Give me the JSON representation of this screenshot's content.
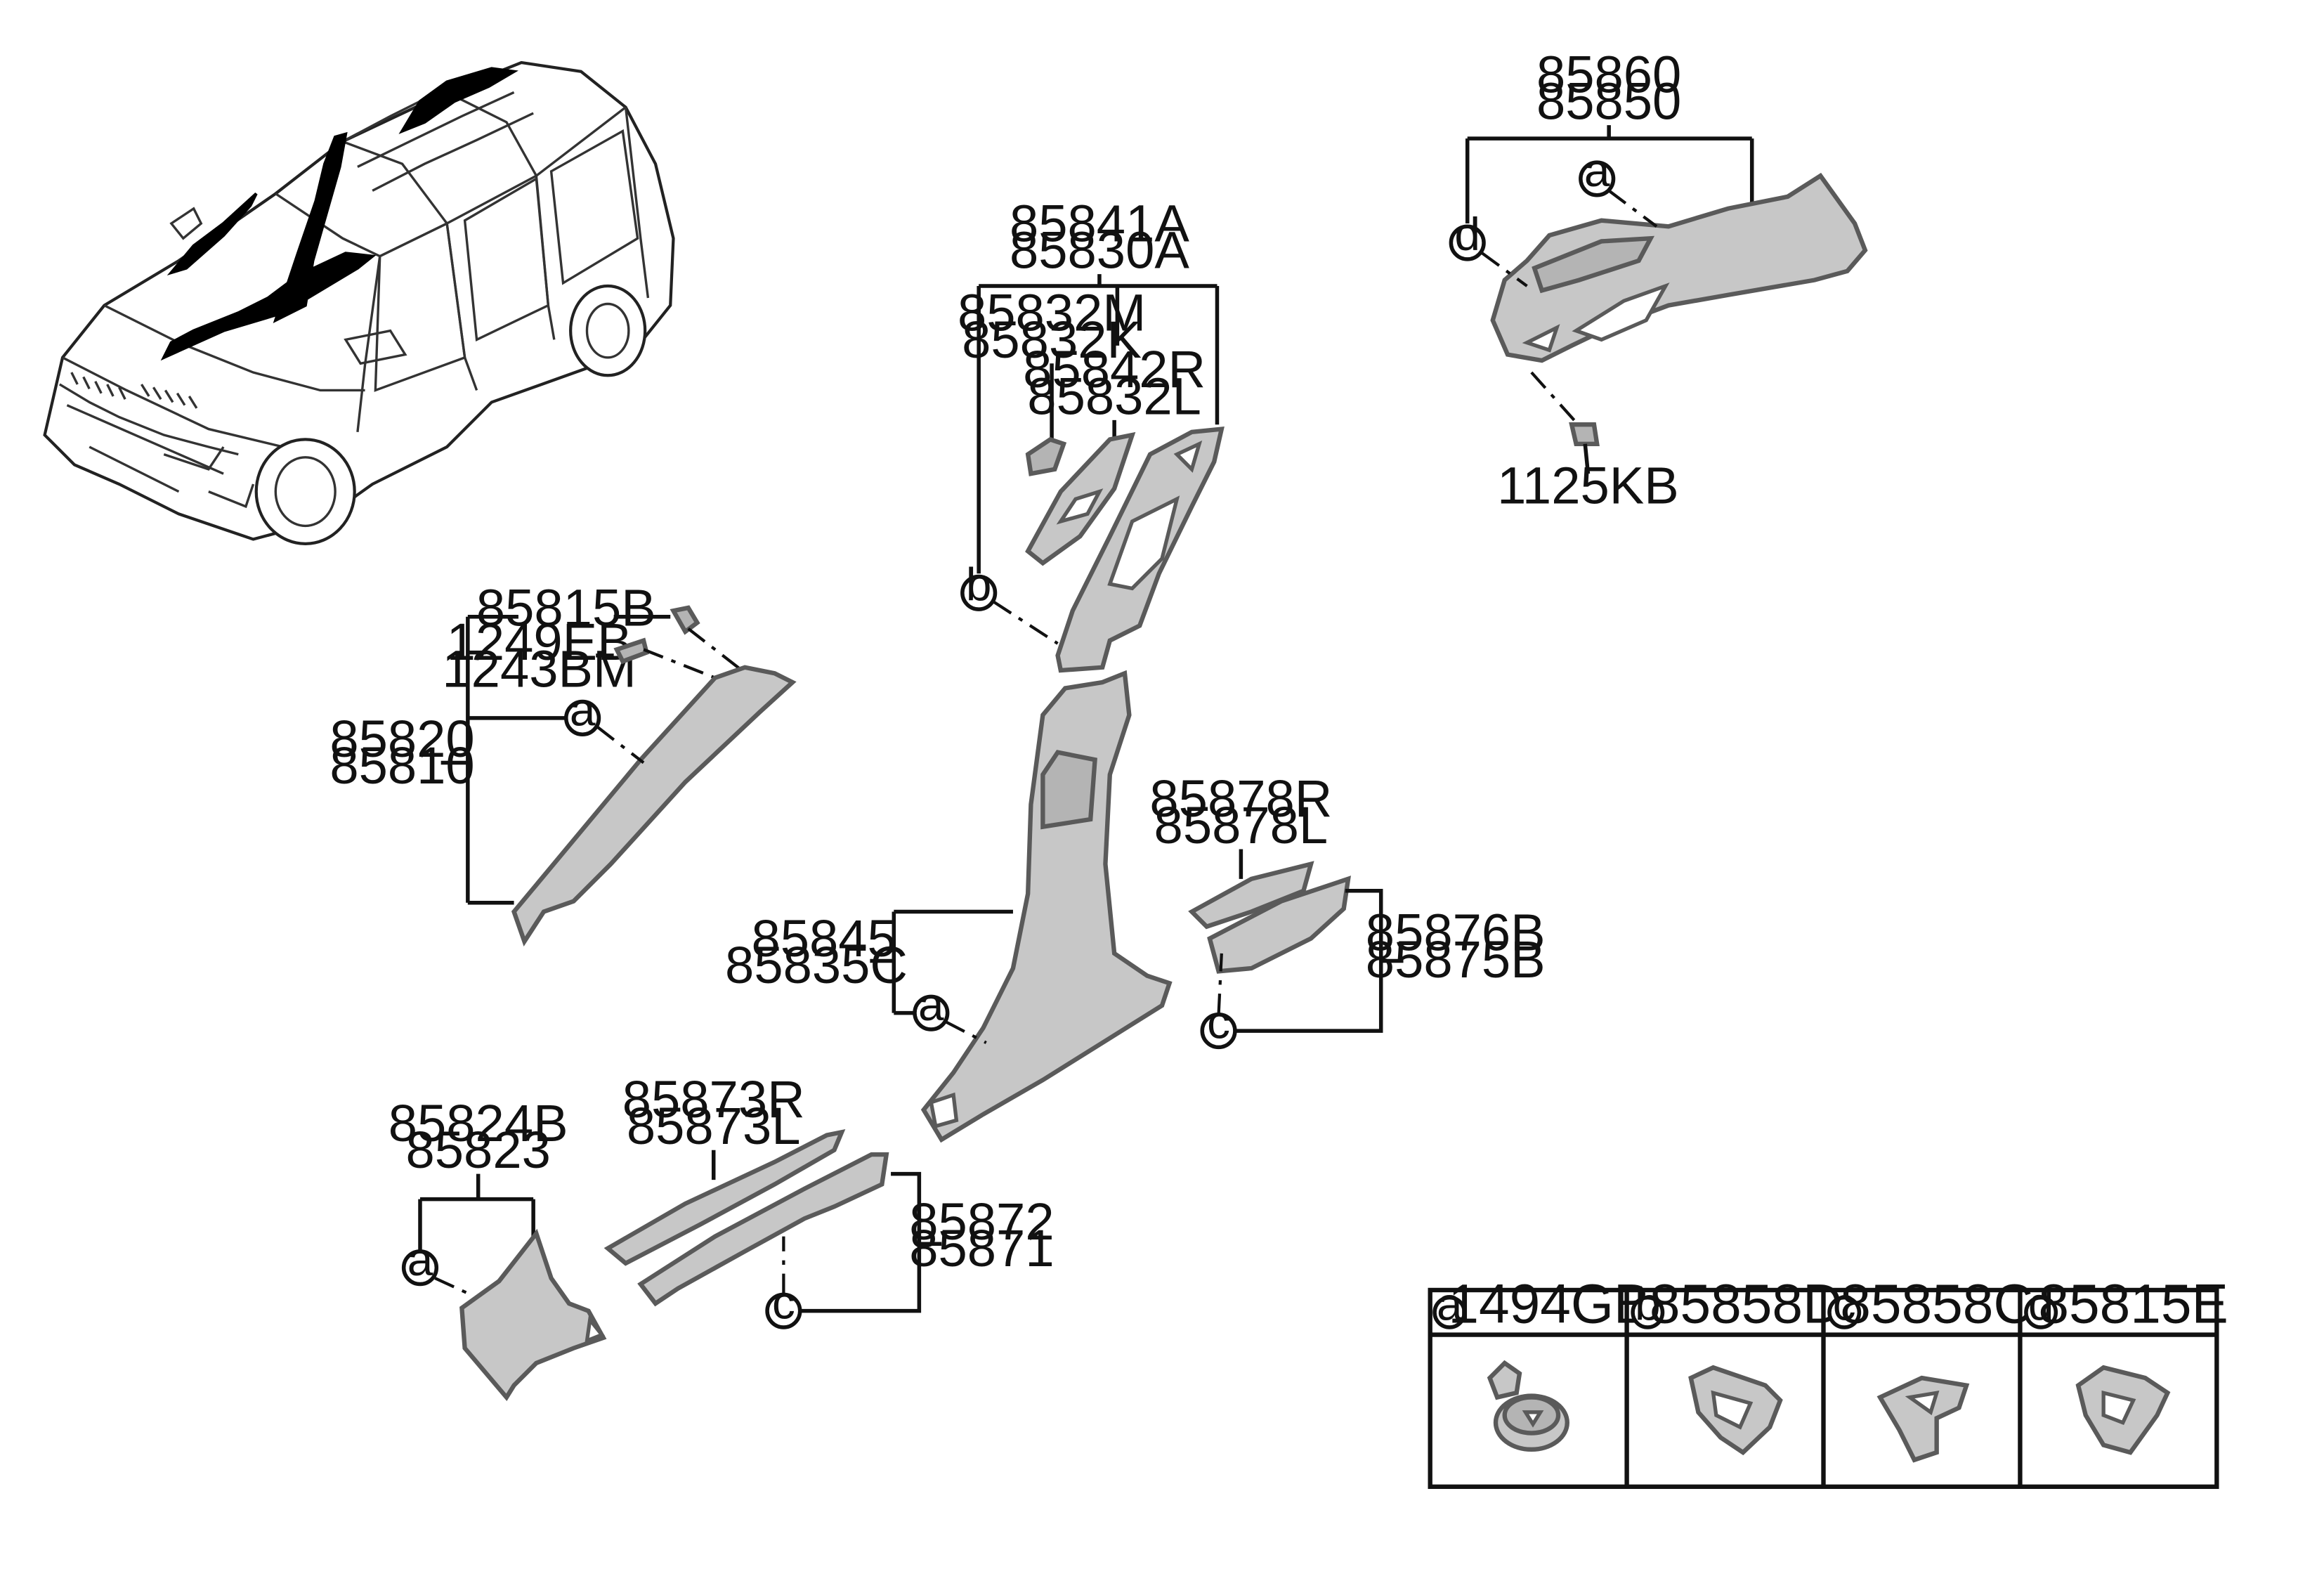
{
  "labels": {
    "l85860": "85860",
    "l85850": "85850",
    "l1125KB": "1125KB",
    "l85841A": "85841A",
    "l85830A": "85830A",
    "l85832M": "85832M",
    "l85832K": "85832K",
    "l85842R": "85842R",
    "l85832L": "85832L",
    "l85815B": "85815B",
    "l1249EB": "1249EB",
    "l1243BM": "1243BM",
    "l85820": "85820",
    "l85810": "85810",
    "l85878R": "85878R",
    "l85878L": "85878L",
    "l85876B": "85876B",
    "l85875B": "85875B",
    "l85845": "85845",
    "l85835C": "85835C",
    "l85824B": "85824B",
    "l85823": "85823",
    "l85873R": "85873R",
    "l85873L": "85873L",
    "l85872": "85872",
    "l85871": "85871"
  },
  "callouts": {
    "a": "a",
    "b": "b",
    "c": "c",
    "d": "d"
  },
  "legend": [
    {
      "letter": "a",
      "part": "1494GB"
    },
    {
      "letter": "b",
      "part": "85858D"
    },
    {
      "letter": "c",
      "part": "85858C"
    },
    {
      "letter": "d",
      "part": "85815E"
    }
  ]
}
